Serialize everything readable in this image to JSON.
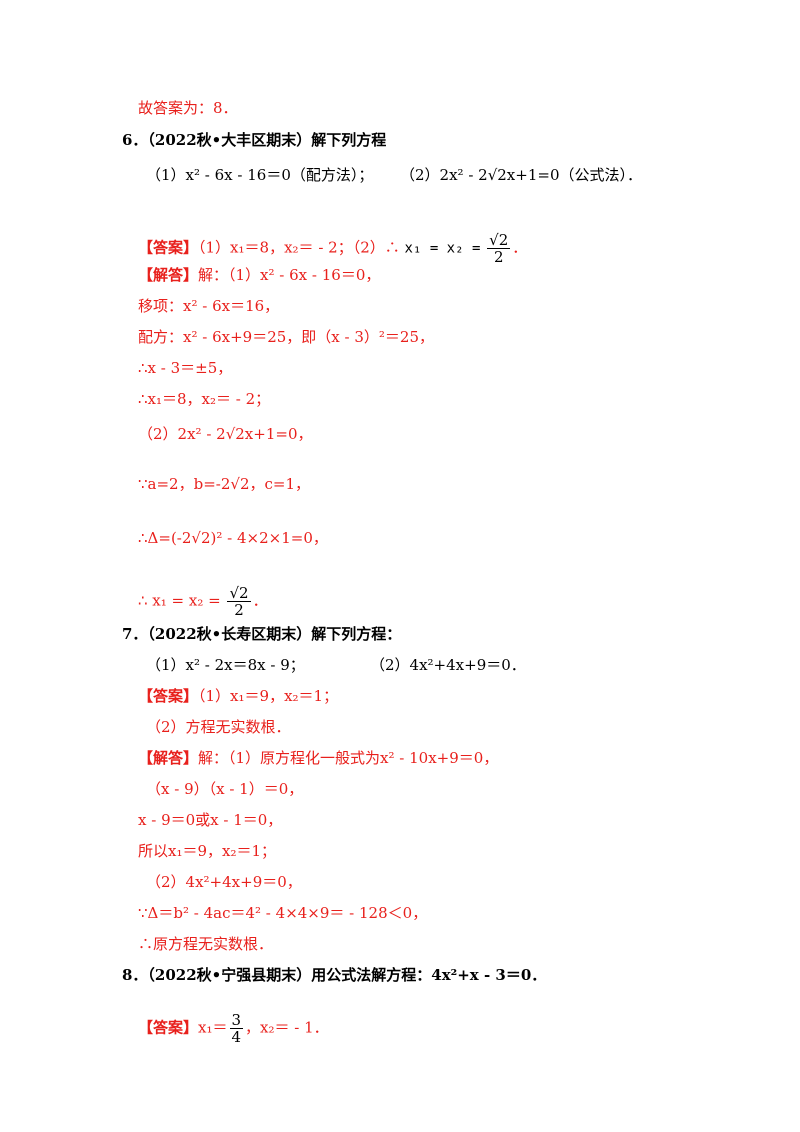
{
  "answer5_tail": "故答案为：8．",
  "q6": {
    "header": "6．（2022秋•大丰区期末）解下列方程",
    "part1": "（1）x² - 6x - 16＝0（配方法）；",
    "part2": "（2）2x² - 2√2x+1=0（公式法）．",
    "answer_label": "【答案】",
    "answer_text": "（1）x₁＝8，x₂＝ - 2；（2）∴",
    "answer_math": "x₁ = x₂ =",
    "frac_num": "√2",
    "frac_den": "2",
    "solution_label": "【解答】",
    "lines": [
      "解：（1）x² - 6x - 16＝0，",
      "移项：x² - 6x＝16，",
      "配方：x² - 6x+9＝25，即（x - 3）²＝25，",
      "∴x - 3＝±5，",
      "∴x₁＝8，x₂＝ - 2；",
      "（2）2x² - 2√2x+1=0，",
      "∵a=2，b=-2√2，c=1，",
      "∴Δ=(-2√2)² - 4×2×1=0，",
      "∴ x₁ = x₂ ="
    ]
  },
  "q7": {
    "header": "7．（2022秋•长寿区期末）解下列方程：",
    "part1": "（1）x² - 2x＝8x - 9；",
    "part2": "（2）4x²+4x+9＝0．",
    "answer_label": "【答案】",
    "answer1": "（1）x₁＝9，x₂＝1；",
    "answer2": "（2）方程无实数根．",
    "solution_label": "【解答】",
    "lines": [
      "解：（1）原方程化一般式为x² - 10x+9＝0，",
      "（x - 9）（x - 1）＝0，",
      "x - 9＝0或x - 1＝0，",
      "所以x₁＝9，x₂＝1；",
      "（2）4x²+4x+9＝0，",
      "∵Δ＝b² - 4ac＝4² - 4×4×9＝ - 128＜0，",
      "∴原方程无实数根．"
    ]
  },
  "q8": {
    "header": "8．（2022秋•宁强县期末）用公式法解方程：4x²+x - 3＝0．",
    "answer_label": "【答案】",
    "answer_pre": "x₁＝",
    "frac_num": "3",
    "frac_den": "4",
    "answer_post": "，x₂＝ - 1．"
  }
}
